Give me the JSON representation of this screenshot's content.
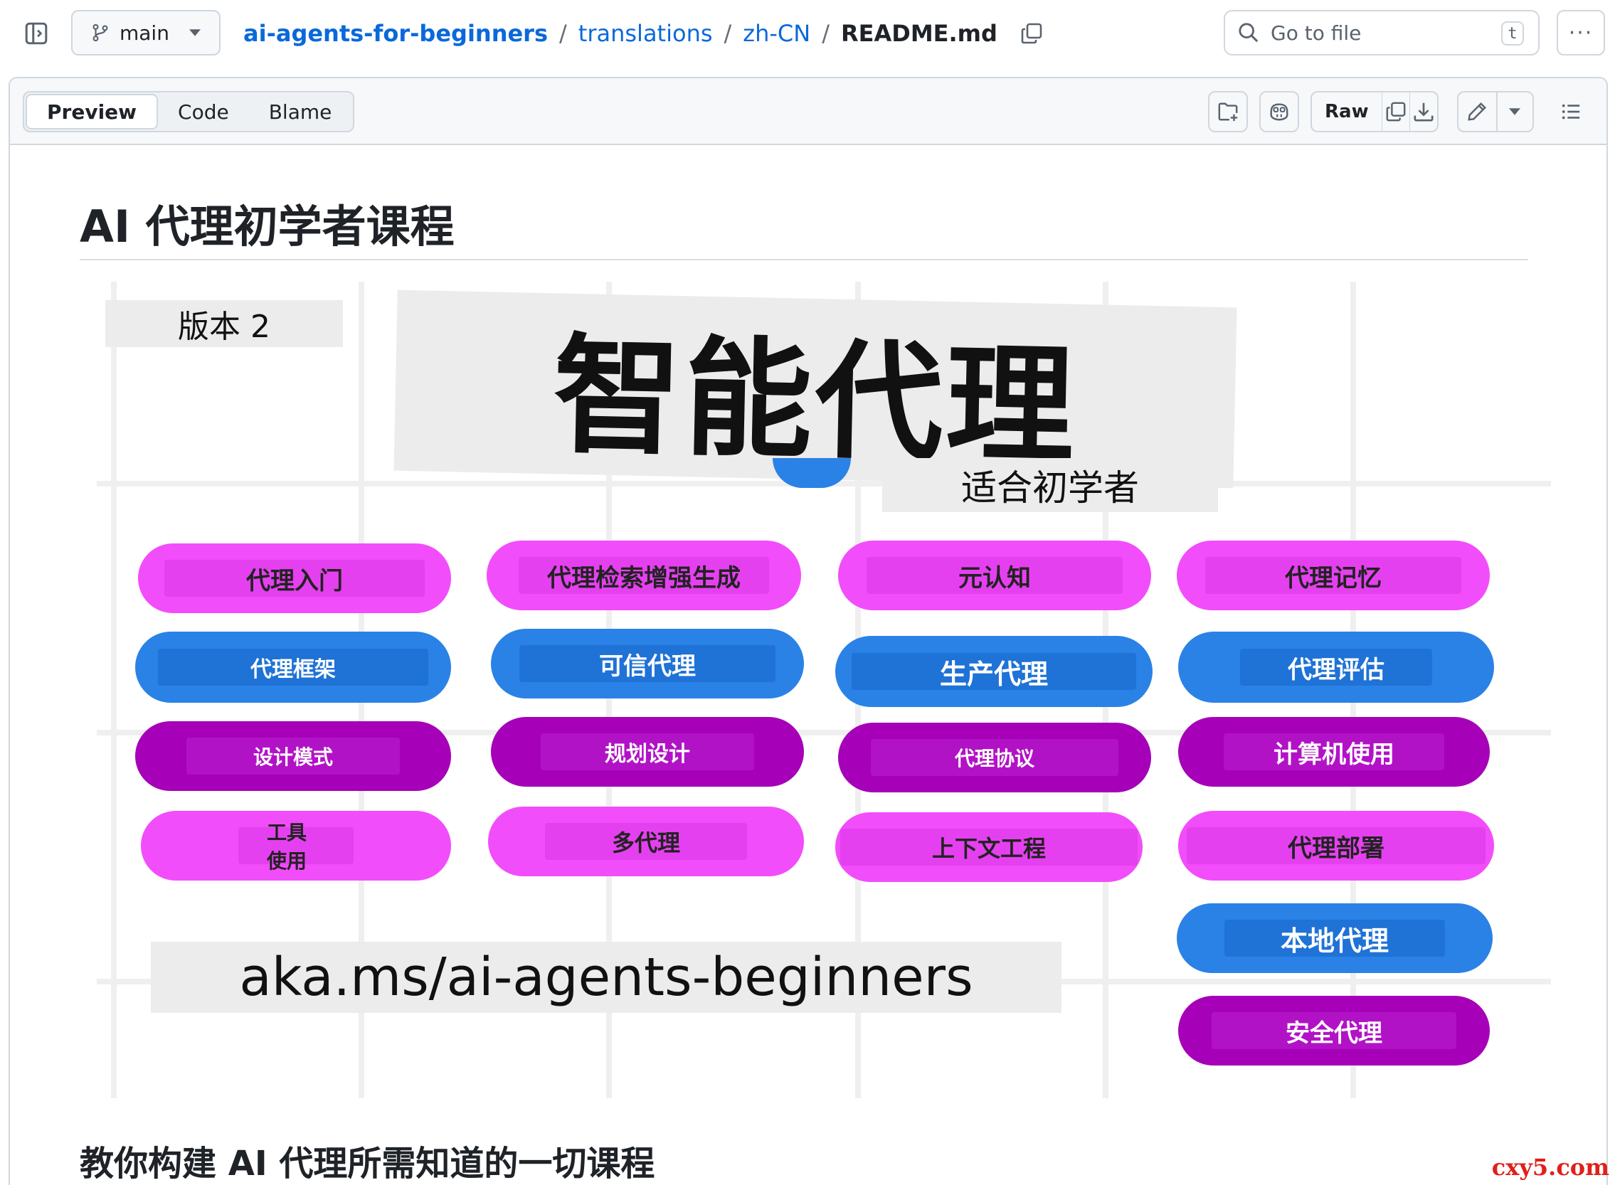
{
  "topbar": {
    "branch": "main",
    "breadcrumb": {
      "repo": "ai-agents-for-beginners",
      "folder1": "translations",
      "folder2": "zh-CN",
      "file": "README.md",
      "separator": "/"
    },
    "goto_placeholder": "Go to file",
    "goto_shortcut": "t",
    "more_label": "···"
  },
  "file_header": {
    "tabs": [
      "Preview",
      "Code",
      "Blame"
    ],
    "active_tab": "Preview",
    "raw_label": "Raw"
  },
  "readme": {
    "title": "AI 代理初学者课程",
    "banner": {
      "version": "版本 2",
      "main_title": "智能代理",
      "subtitle": "适合初学者",
      "url": "aka.ms/ai-agents-beginners",
      "pills": [
        {
          "label": "代理入门",
          "color": "pink"
        },
        {
          "label": "代理检索增强生成",
          "color": "pink"
        },
        {
          "label": "元认知",
          "color": "pink"
        },
        {
          "label": "代理记忆",
          "color": "pink"
        },
        {
          "label": "代理框架",
          "color": "blue"
        },
        {
          "label": "可信代理",
          "color": "blue"
        },
        {
          "label": "生产代理",
          "color": "blue"
        },
        {
          "label": "代理评估",
          "color": "blue"
        },
        {
          "label": "设计模式",
          "color": "purple"
        },
        {
          "label": "规划设计",
          "color": "purple"
        },
        {
          "label": "代理协议",
          "color": "purple"
        },
        {
          "label": "计算机使用",
          "color": "purple"
        },
        {
          "label": "工具使用",
          "color": "pink"
        },
        {
          "label": "多代理",
          "color": "pink"
        },
        {
          "label": "上下文工程",
          "color": "pink"
        },
        {
          "label": "代理部署",
          "color": "pink"
        },
        {
          "label": "本地代理",
          "color": "blue"
        },
        {
          "label": "安全代理",
          "color": "purple"
        }
      ]
    },
    "subheading": "教你构建 AI 代理所需知道的一切课程"
  },
  "watermark": "cxy5.com",
  "colors": {
    "link": "#0969da",
    "pink": "#f24dfa",
    "blue": "#2a82e6",
    "purple": "#a600b8"
  }
}
